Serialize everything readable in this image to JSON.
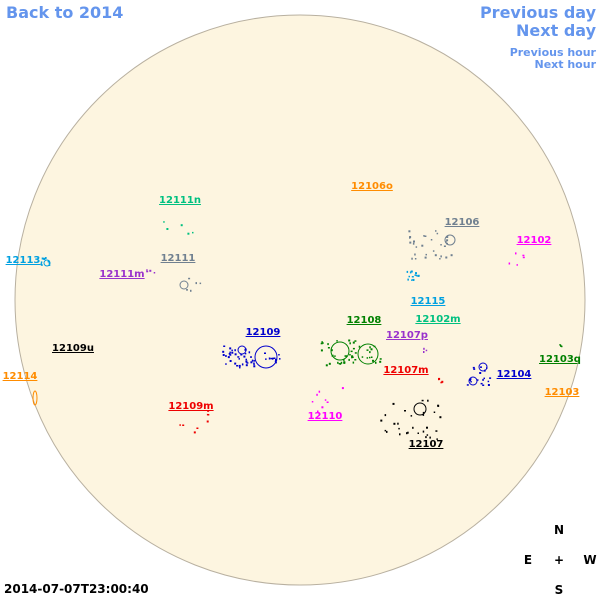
{
  "nav": {
    "back": "Back to 2014",
    "prev_day": "Previous day",
    "next_day": "Next day",
    "prev_hour": "Previous hour",
    "next_hour": "Next hour",
    "link_color": "#6495ed"
  },
  "timestamp": "2014-07-07T23:00:40",
  "disk": {
    "fill": "#fdf5e0",
    "stroke": "#b8b0a0"
  },
  "compass": {
    "north": "N",
    "south": "S",
    "east": "E",
    "west": "W",
    "center": "+"
  },
  "regions": [
    {
      "id": "12106o",
      "color": "#ff8c00"
    },
    {
      "id": "12106",
      "color": "#708090"
    },
    {
      "id": "12102",
      "color": "#ff00ff"
    },
    {
      "id": "12111n",
      "color": "#00c080"
    },
    {
      "id": "12111",
      "color": "#708090"
    },
    {
      "id": "12111m",
      "color": "#9932cc"
    },
    {
      "id": "12113",
      "color": "#00a0e0"
    },
    {
      "id": "12115",
      "color": "#00a0e0"
    },
    {
      "id": "12102m",
      "color": "#00c080"
    },
    {
      "id": "12108",
      "color": "#008000"
    },
    {
      "id": "12107p",
      "color": "#9932cc"
    },
    {
      "id": "12109",
      "color": "#0000cd"
    },
    {
      "id": "12109u",
      "color": "#000000"
    },
    {
      "id": "12103q",
      "color": "#008000"
    },
    {
      "id": "12107m",
      "color": "#ee0000"
    },
    {
      "id": "12104",
      "color": "#0000cd"
    },
    {
      "id": "12103",
      "color": "#ff8c00"
    },
    {
      "id": "12114",
      "color": "#ff8c00"
    },
    {
      "id": "12109m",
      "color": "#ee0000"
    },
    {
      "id": "12110",
      "color": "#ff00ff"
    },
    {
      "id": "12107",
      "color": "#000000"
    }
  ]
}
